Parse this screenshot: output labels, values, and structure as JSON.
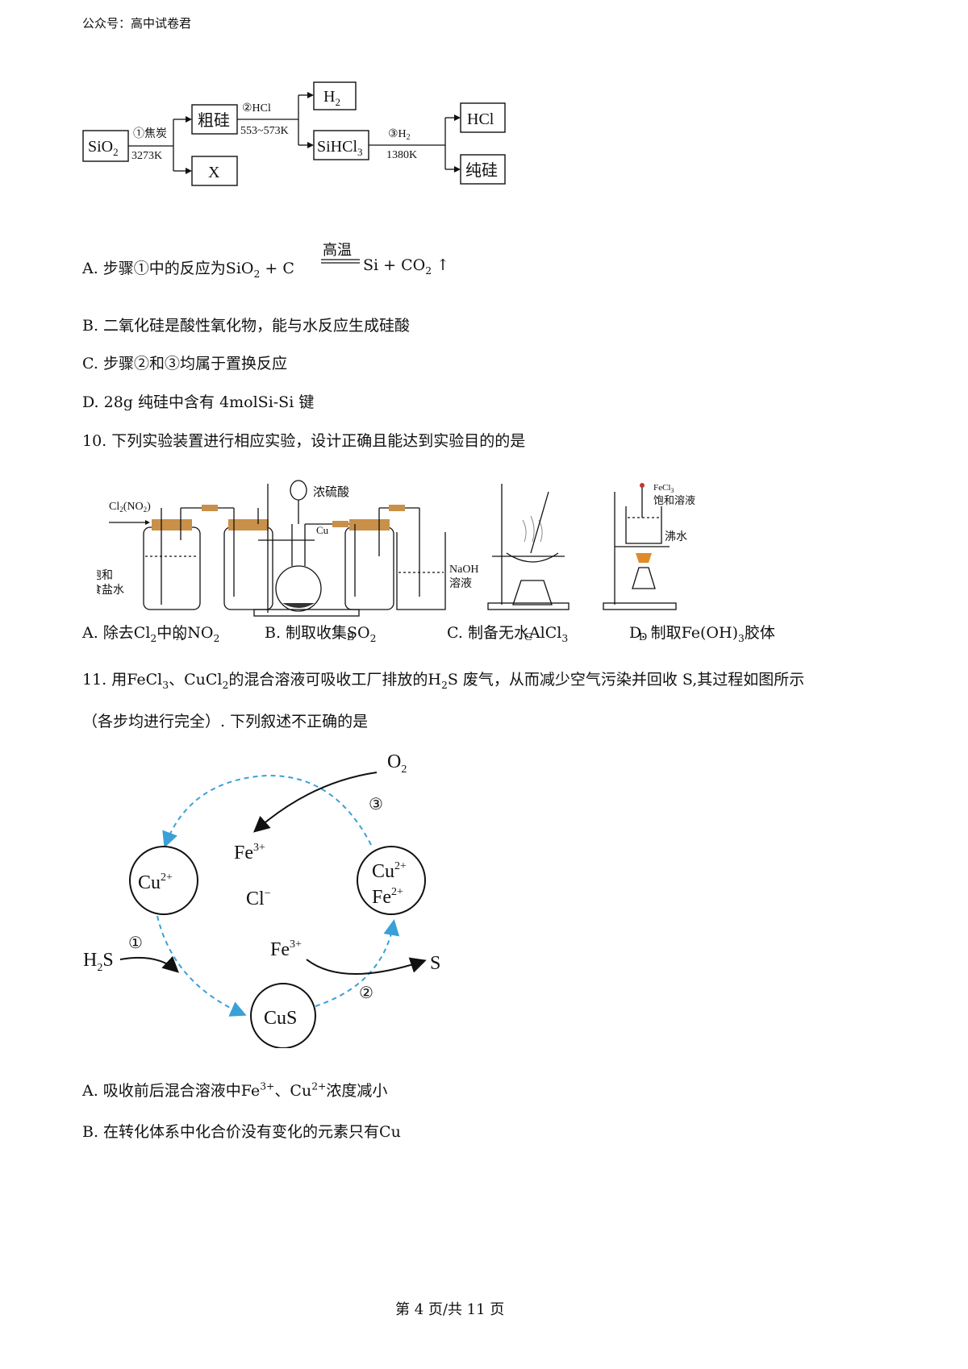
{
  "header": {
    "source": "公众号：高中试卷君"
  },
  "flowchart": {
    "sio2": "SiO",
    "sio2_sub": "2",
    "step1_label": "①焦炭",
    "step1_temp": "3273K",
    "crude_si": "粗硅",
    "x": "X",
    "step2_label": "②HCl",
    "step2_temp": "553~573K",
    "h2": "H",
    "h2_sub": "2",
    "sihcl3": "SiHCl",
    "sihcl3_sub": "3",
    "step3_label": "③H",
    "step3_sub": "2",
    "step3_temp": "1380K",
    "hcl": "HCl",
    "pure_si": "纯硅"
  },
  "q9_options": {
    "A_prefix": "A. 步骤①中的反应为SiO",
    "A_sub1": "2",
    "A_mid": " + C",
    "A_cond": "高温",
    "A_right": "Si + CO",
    "A_sub2": "2",
    "A_arrow": " ↑",
    "B": "B. 二氧化硅是酸性氧化物，能与水反应生成硅酸",
    "C": "C. 步骤②和③均属于置换反应",
    "D": "D. 28g 纯硅中含有 4molSi-Si 键"
  },
  "q10": {
    "stem": "10. 下列实验装置进行相应实验，设计正确且能达到实验目的的是",
    "apparatus": {
      "A_gas": "Cl",
      "A_gas_sub": "2",
      "A_gas_rest": "(NO",
      "A_gas_sub2": "2",
      "A_gas_end": ")",
      "A_liquid1": "饱和",
      "A_liquid2": "食盐水",
      "B_acid": "浓硫酸",
      "B_cu": "Cu",
      "B_naoh1": "NaOH",
      "B_naoh2": "溶液",
      "D_fecl3": "FeCl",
      "D_fecl3_sub": "3",
      "D_sat": "饱和溶液",
      "D_water": "沸水",
      "label_A": "A",
      "label_B": "B",
      "label_C": "C",
      "label_D": "D"
    },
    "options": {
      "A_pre": "A. 除去Cl",
      "A_sub1": "2",
      "A_mid": "中的NO",
      "A_sub2": "2",
      "B_pre": "B. 制取收集SO",
      "B_sub": "2",
      "C_pre": "C. 制备无水AlCl",
      "C_sub": "3",
      "D_pre": "D. 制取Fe(OH)",
      "D_sub": "3",
      "D_post": "胶体"
    }
  },
  "q11": {
    "stem_1": "11. 用FeCl",
    "stem_sub1": "3",
    "stem_2": "、CuCl",
    "stem_sub2": "2",
    "stem_3": "的混合溶液可吸收工厂排放的H",
    "stem_sub3": "2",
    "stem_4": "S 废气，从而减少空气污染并回收 S,其过程如图所示",
    "stem_line2": "（各步均进行完全）. 下列叙述不正确的是",
    "cycle": {
      "o2": "O",
      "o2_sub": "2",
      "step3": "③",
      "fe3_top": "Fe",
      "fe3_top_sup": "3+",
      "cl": "Cl",
      "cl_sup": "−",
      "cu2": "Cu",
      "cu2_sup": "2+",
      "cu2_right": "Cu",
      "cu2_right_sup": "2+",
      "fe2_right": "Fe",
      "fe2_right_sup": "2+",
      "h2s": "H",
      "h2s_sub": "2",
      "h2s_end": "S",
      "step1": "①",
      "fe3_mid": "Fe",
      "fe3_mid_sup": "3+",
      "s": "S",
      "step2": "②",
      "cus": "CuS"
    },
    "options": {
      "A_pre": "A. 吸收前后混合溶液中Fe",
      "A_sup1": "3+",
      "A_mid": "、Cu",
      "A_sup2": "2+",
      "A_post": "浓度减小",
      "B": "B. 在转化体系中化合价没有变化的元素只有Cu"
    }
  },
  "footer": {
    "page": "第 4 页/共 11 页"
  }
}
